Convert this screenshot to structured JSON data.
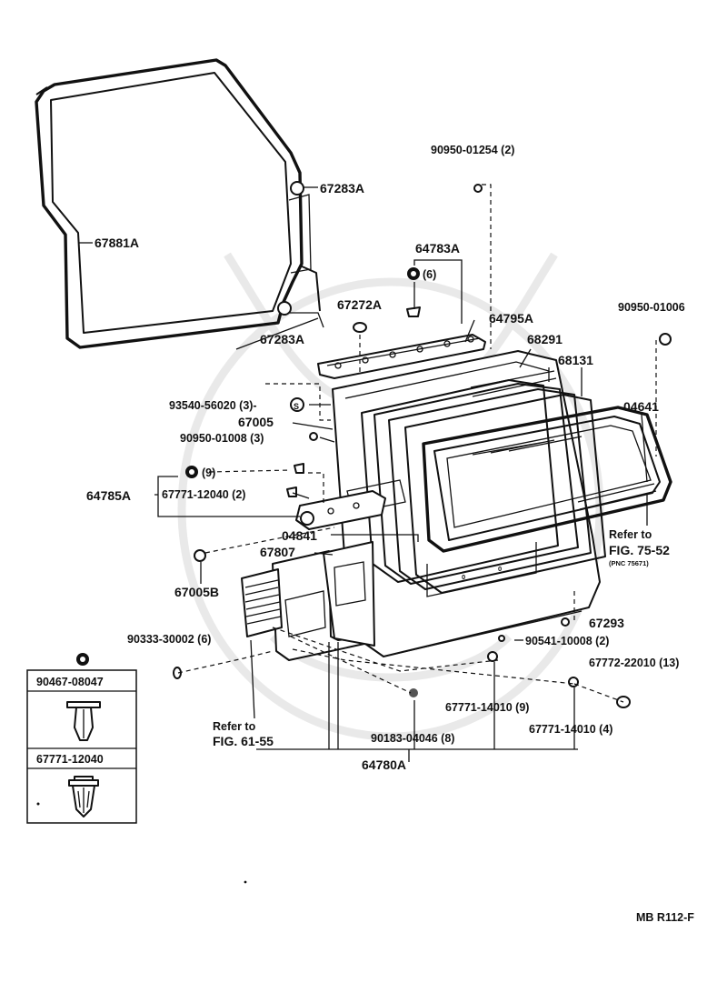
{
  "labels": {
    "p_90950_01254": "90950-01254 (2)",
    "p_67283A_top": "67283A",
    "p_67881A": "67881A",
    "p_64783A": "64783A",
    "p_qty6": "(6)",
    "p_67272A": "67272A",
    "p_67283A_bot": "67283A",
    "p_64795A": "64795A",
    "p_90950_01006": "90950-01006",
    "p_68291": "68291",
    "p_68131": "68131",
    "p_04641": "04641",
    "p_93540": "93540-56020 (3)-",
    "p_67005": "67005",
    "p_90950_01008": "90950-01008 (3)",
    "p_qty9": "(9)",
    "p_64785A": "64785A",
    "p_67771_12040": "67771-12040 (2)",
    "p_04841": "04841",
    "p_67807": "67807",
    "p_refer_75_a": "Refer to",
    "p_refer_75_b": "FIG. 75-52",
    "p_pnc": "(PNC 75671)",
    "p_67005B": "67005B",
    "p_67293": "67293",
    "p_90333": "90333-30002 (6)",
    "p_90541": "90541-10008 (2)",
    "p_67772": "67772-22010 (13)",
    "p_refer_61_a": "Refer to",
    "p_refer_61_b": "FIG. 61-55",
    "p_67771_14010_9": "67771-14010 (9)",
    "p_90183": "90183-04046 (8)",
    "p_67771_14010_4": "67771-14010 (4)",
    "p_64780A": "64780A",
    "legend_a": "90467-08047",
    "legend_b": "67771-12040",
    "figure_code": "MB R112-F"
  }
}
